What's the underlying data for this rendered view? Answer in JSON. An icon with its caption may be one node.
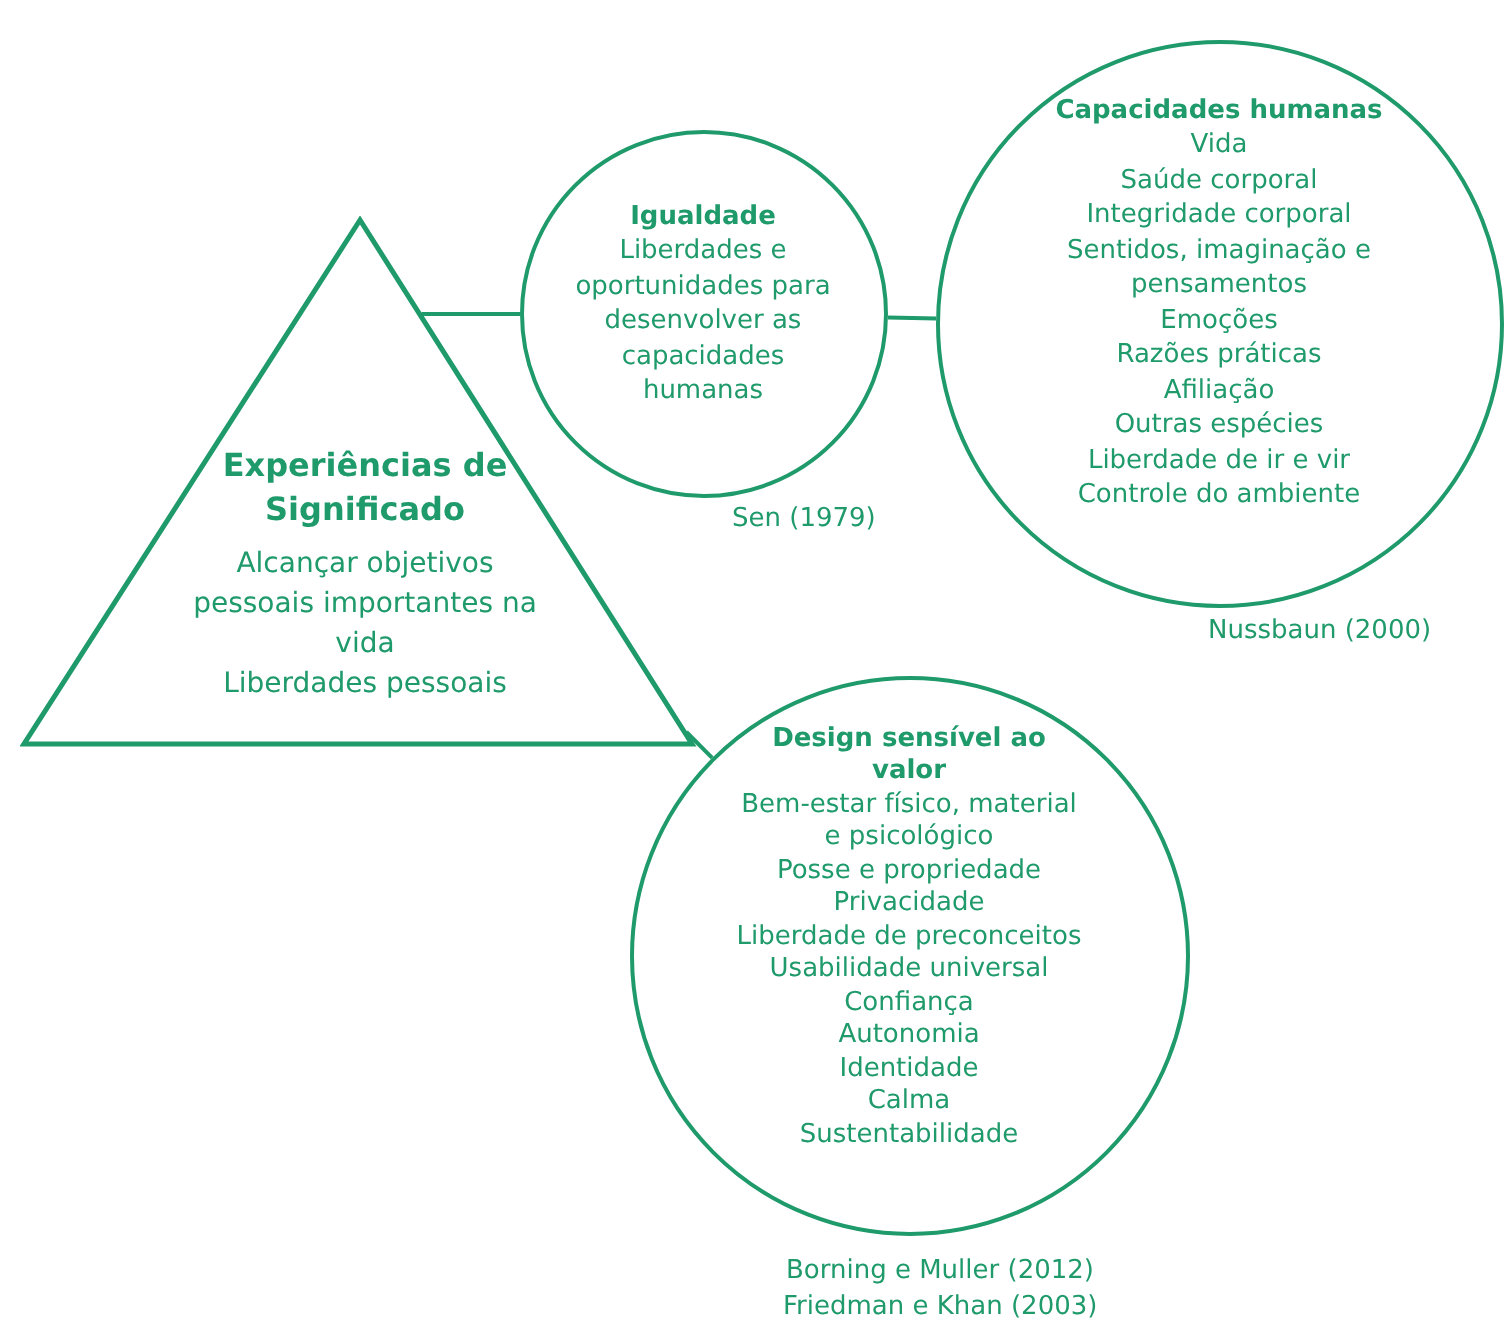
{
  "diagram": {
    "nodes": [
      {
        "text": [
          "Experiências de Significado",
          "Alcançar objetivos pessoais importantes na vida",
          "Liberdades pessoais"
        ]
      },
      {
        "text": [
          "Igualdade",
          "Liberdades e oportunidades para desenvolver as capacidades humanas"
        ],
        "beside": [
          "Sen (1979)"
        ]
      },
      {
        "text": [
          "Capacidades humanas",
          "Vida",
          "Saúde corporal",
          "Integridade corporal",
          "Sentidos, imaginação e pensamentos",
          "Emoções",
          "Razões práticas",
          "Afiliação",
          "Outras espécies",
          "Liberdade de ir e vir",
          "Controle do ambiente"
        ],
        "beside": [
          "Nussbaun (2000)"
        ]
      },
      {
        "text": [
          "Design sensível ao valor",
          "Bem-estar físico, material e psicológico",
          "Posse e propriedade",
          "Privacidade",
          "Liberdade de preconceitos",
          "Usabilidade universal",
          "Confiança",
          "Autonomia",
          "Identidade",
          "Calma",
          "Sustentabilidade"
        ],
        "beside": [
          "Borning e Muller (2012)",
          "Friedman e Khan (2003)"
        ]
      }
    ],
    "edges": [
      {
        "from": 0,
        "to": 1,
        "arrow": "none"
      },
      {
        "from": 1,
        "to": 2,
        "arrow": "none"
      },
      {
        "from": 0,
        "to": 3,
        "arrow": "none"
      }
    ]
  }
}
